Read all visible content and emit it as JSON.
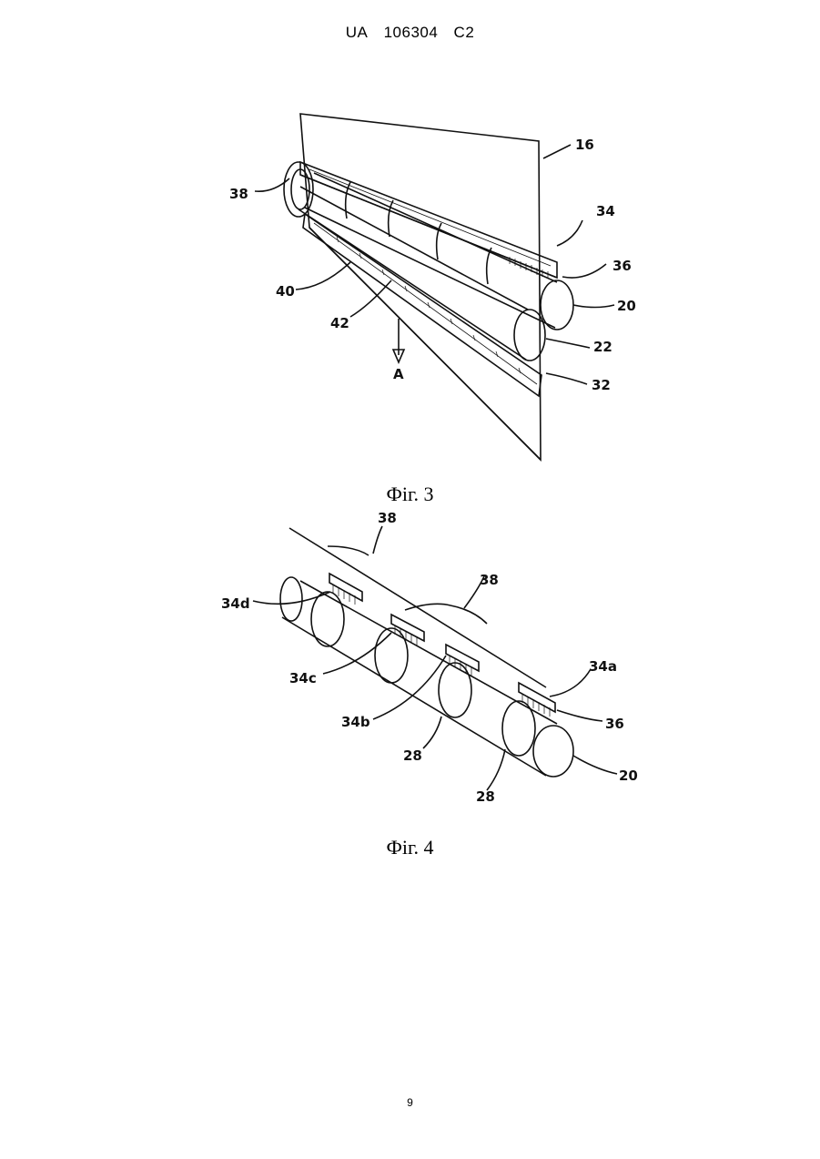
{
  "header": {
    "country": "UA",
    "number": "106304",
    "kind": "C2"
  },
  "figures": [
    {
      "caption": "Фіг. 3",
      "labels": {
        "l16": "16",
        "l38": "38",
        "l34": "34",
        "l36": "36",
        "l20": "20",
        "l22": "22",
        "l32": "32",
        "l40": "40",
        "l42": "42",
        "lA": "A"
      }
    },
    {
      "caption": "Фіг. 4",
      "labels": {
        "l38a": "38",
        "l38b": "38",
        "l34d": "34d",
        "l34c": "34c",
        "l34b": "34b",
        "l34a": "34a",
        "l36": "36",
        "l28a": "28",
        "l28b": "28",
        "l20": "20"
      }
    }
  ],
  "page_number": "9"
}
